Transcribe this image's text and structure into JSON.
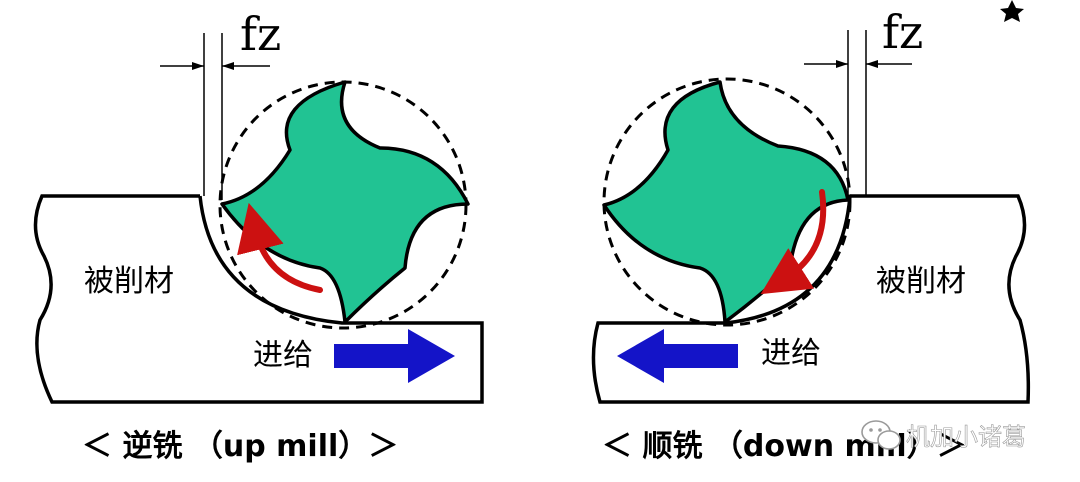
{
  "colors": {
    "cutter": "#21c393",
    "feed_arrow": "#1414c8",
    "rotation_arrow": "#cc1111",
    "outline": "#000000"
  },
  "icons": {
    "watermark": "wechat-icon",
    "corner": "star-icon"
  },
  "left_panel": {
    "feed_size_label": "fz",
    "workpiece_label": "被削材",
    "feed_label": "进给",
    "caption": "＜ 逆铣 （up mill）＞"
  },
  "right_panel": {
    "feed_size_label": "fz",
    "workpiece_label": "被削材",
    "feed_label": "进给",
    "caption": "＜ 顺铣 （down mill）＞"
  },
  "watermark": {
    "text": "机加小诸葛"
  }
}
